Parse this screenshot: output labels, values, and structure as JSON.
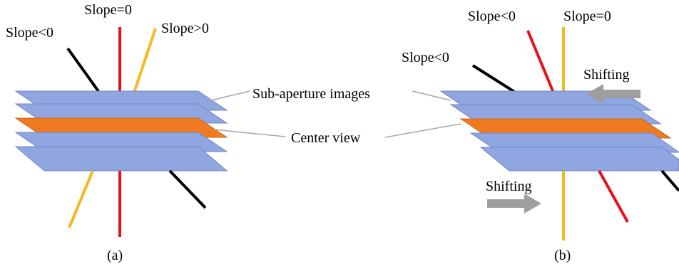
{
  "panel_a": {
    "caption": "(a)",
    "labels": {
      "slope_zero": "Slope=0",
      "slope_neg": "Slope<0",
      "slope_pos": "Slope>0"
    }
  },
  "panel_b": {
    "caption": "(b)",
    "labels": {
      "slope_neg_top": "Slope<0",
      "slope_zero": "Slope=0",
      "slope_neg_mid": "Slope<0",
      "shifting_top": "Shifting",
      "shifting_bottom": "Shifting"
    }
  },
  "annotations": {
    "sub_aperture": "Sub-aperture images",
    "center_view": "Center view"
  },
  "colors": {
    "plane_fill": "#8FA6E0",
    "plane_stroke": "#6F86C9",
    "center_fill": "#F07A20",
    "center_stroke": "#C9651C",
    "line_red": "#E8101A",
    "line_yellow": "#F5B820",
    "line_black": "#000000",
    "arrow_gray": "#9E9E9E",
    "leader_gray": "#A6A6A6"
  }
}
